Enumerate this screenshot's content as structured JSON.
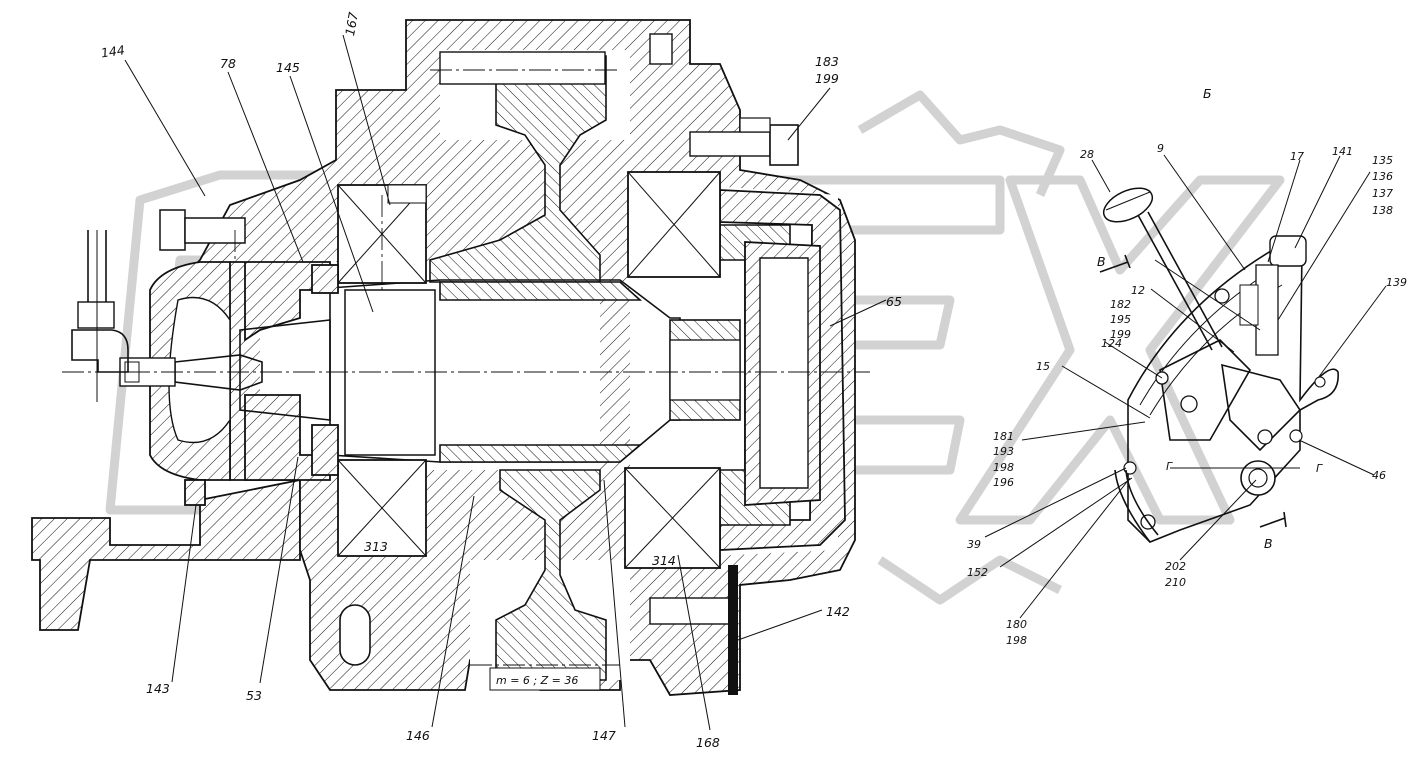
{
  "main_callouts": {
    "c167": "167",
    "c183": "183",
    "c199": "199",
    "c144": "144",
    "c78": "78",
    "c145": "145",
    "c65": "65",
    "c142": "142",
    "c143": "143",
    "c53": "53",
    "c146": "146",
    "c147": "147",
    "c168": "168",
    "c313": "313",
    "c314": "314",
    "gear_spec": "m = 6 ; Z = 36"
  },
  "detail_view": {
    "title": "Б",
    "c28": "28",
    "c9": "9",
    "c17": "17",
    "c141": "141",
    "c135": "135",
    "c136": "136",
    "c137": "137",
    "c138": "138",
    "c139": "139",
    "c12": "12",
    "c182": "182",
    "c195": "195",
    "c199": "199",
    "c124": "124",
    "c15": "15",
    "c181": "181",
    "c193": "193",
    "c198a": "198",
    "c196": "196",
    "c46": "46",
    "c39": "39",
    "c152": "152",
    "c202": "202",
    "c210": "210",
    "c180": "180",
    "c198b": "198",
    "sect_v_top": "В",
    "sect_v_bottom": "В",
    "sect_g_left": "Г",
    "sect_g_right": "Г"
  },
  "colors": {
    "ink": "#111111",
    "watermark": "#d2d2d2",
    "background": "#ffffff"
  }
}
